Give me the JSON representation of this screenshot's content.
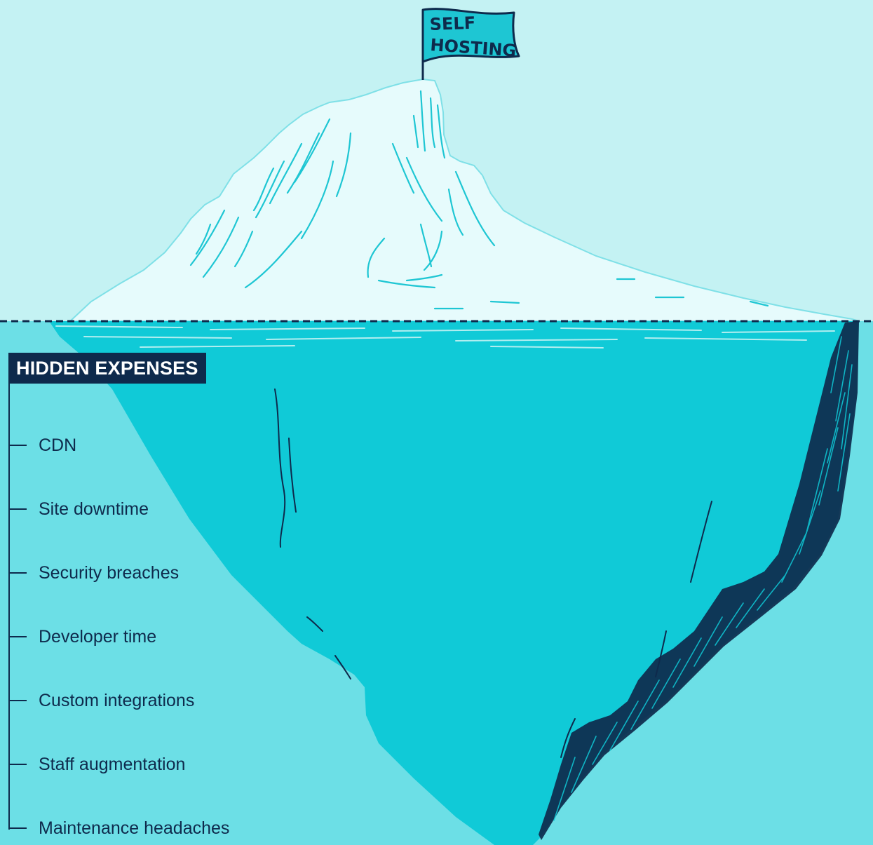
{
  "flag": {
    "line1": "SELF",
    "line2": "HOSTING"
  },
  "hidden": {
    "title": "HIDDEN EXPENSES",
    "items": [
      "CDN",
      "Site downtime",
      "Security breaches",
      "Developer time",
      "Custom integrations",
      "Staff augmentation",
      "Maintenance headaches"
    ]
  },
  "colors": {
    "sky": "#c4f2f3",
    "ice_above": "#e6fbfc",
    "water": "#6cdfe6",
    "ice_below": "#10cad7",
    "ink": "#0e2a4c",
    "accent": "#1ec6d3"
  }
}
